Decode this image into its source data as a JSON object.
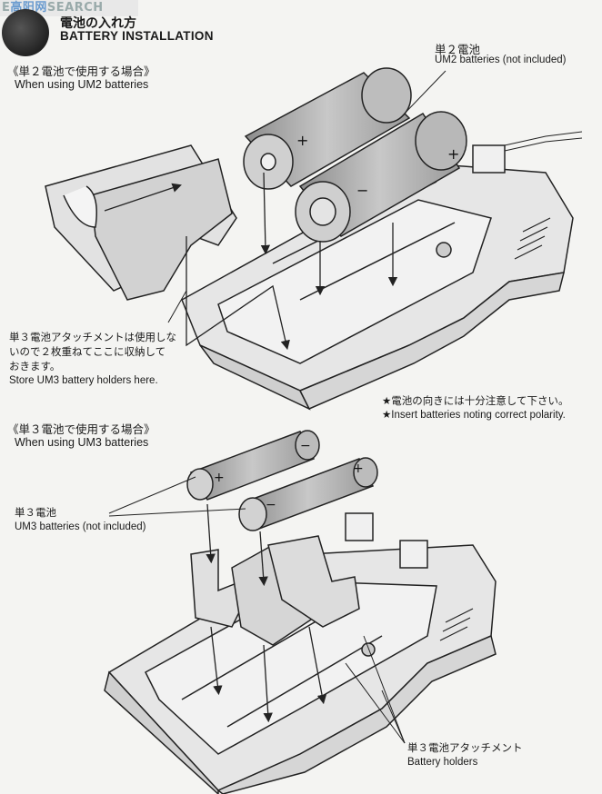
{
  "watermark": {
    "prefix": "E",
    "logo": "高阳网",
    "suffix": "SEARCH"
  },
  "header": {
    "title_jp": "電池の入れ方",
    "title_en": "BATTERY INSTALLATION"
  },
  "section_um2": {
    "heading_jp": "《単２電池で使用する場合》",
    "heading_en": "When using UM2 batteries",
    "battery_label_jp": "単２電池",
    "battery_label_en": "UM2 batteries (not included)",
    "store_note_jp_line1": "単３電池アタッチメントは使用しな",
    "store_note_jp_line2": "いので２枚重ねてここに収納して",
    "store_note_jp_line3": "おきます。",
    "store_note_en": "Store UM3 battery holders here.",
    "polarity_note_jp": "★電池の向きには十分注意して下さい。",
    "polarity_note_en": "★Insert batteries noting correct polarity."
  },
  "section_um3": {
    "heading_jp": "《単３電池で使用する場合》",
    "heading_en": "When using UM3 batteries",
    "battery_label_jp": "単３電池",
    "battery_label_en": "UM3 batteries (not included)",
    "holder_label_jp": "単３電池アタッチメント",
    "holder_label_en": "Battery holders"
  },
  "polarity_marks": {
    "plus": "+",
    "minus": "−"
  }
}
